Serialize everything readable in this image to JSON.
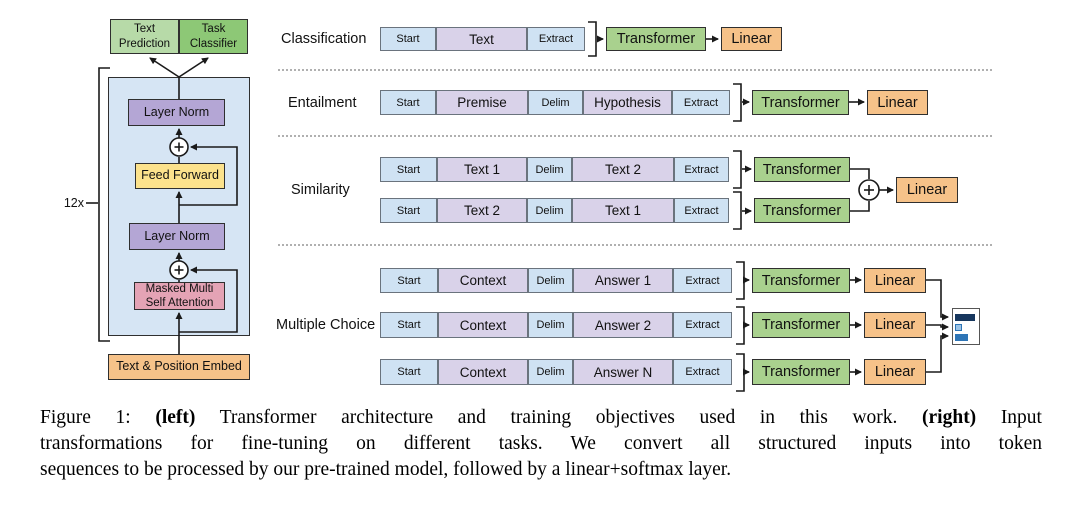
{
  "colors": {
    "token-blue": "#cfe2f3",
    "token-purple": "#d9d2e9",
    "tok-border": "#6a737d",
    "container-blue": "#d6e5f4",
    "box-border": "#2f2f2f",
    "transformer-green": "#a9d18e",
    "head-green-light": "#b7daa8",
    "head-green-dark": "#8dc876",
    "purple-block": "#b4a6d5",
    "yellow-block": "#fce28c",
    "pink-block": "#e4a3b5",
    "orange": "#f6c289",
    "line": "#1a1a1a",
    "dotted": "#b0b0b0",
    "bar-dark": "#17375e",
    "bar-light": "#9cc3e5",
    "bar-mid": "#2e75b6"
  },
  "left": {
    "repeat": "12x",
    "heads": {
      "text_prediction": "Text Prediction",
      "task_classifier": "Task Classifier"
    },
    "blocks": {
      "layer_norm_top": "Layer Norm",
      "feed_forward": "Feed Forward",
      "layer_norm_bottom": "Layer Norm",
      "attention_line1": "Masked Multi",
      "attention_line2": "Self Attention",
      "embed": "Text & Position Embed"
    }
  },
  "tasks": {
    "classification": {
      "label": "Classification",
      "tokens": [
        "Start",
        "Text",
        "Extract"
      ],
      "transformer": "Transformer",
      "linear": "Linear"
    },
    "entailment": {
      "label": "Entailment",
      "tokens": [
        "Start",
        "Premise",
        "Delim",
        "Hypothesis",
        "Extract"
      ],
      "transformer": "Transformer",
      "linear": "Linear"
    },
    "similarity": {
      "label": "Similarity",
      "row1": [
        "Start",
        "Text 1",
        "Delim",
        "Text 2",
        "Extract"
      ],
      "row2": [
        "Start",
        "Text 2",
        "Delim",
        "Text 1",
        "Extract"
      ],
      "transformer": "Transformer",
      "linear": "Linear"
    },
    "multiple_choice": {
      "label": "Multiple Choice",
      "rows": [
        {
          "tokens": [
            "Start",
            "Context",
            "Delim",
            "Answer 1",
            "Extract"
          ]
        },
        {
          "tokens": [
            "Start",
            "Context",
            "Delim",
            "Answer 2",
            "Extract"
          ]
        },
        {
          "tokens": [
            "Start",
            "Context",
            "Delim",
            "Answer N",
            "Extract"
          ]
        }
      ],
      "transformer": "Transformer",
      "linear": "Linear"
    }
  },
  "caption": {
    "l1a": "Figure 1: ",
    "l1b": "(left)",
    "l1c": " Transformer architecture and training objectives used in this work. ",
    "l1d": "(right)",
    "l1e": " Input",
    "line2": "transformations for fine-tuning on different tasks.  We convert all structured inputs into token",
    "line3": "sequences to be processed by our pre-trained model, followed by a linear+softmax layer."
  }
}
